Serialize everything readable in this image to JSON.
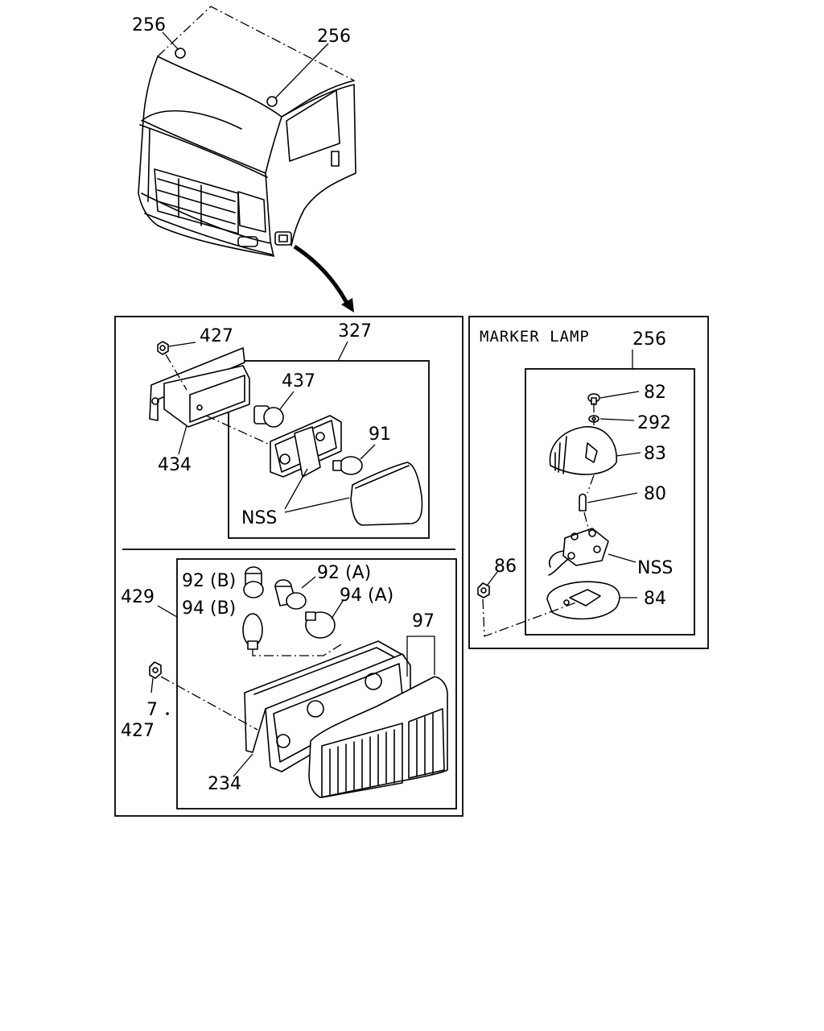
{
  "callouts": {
    "cab_top_left": "256",
    "cab_top_right": "256",
    "side_427": "427",
    "side_327": "327",
    "side_437": "437",
    "side_91": "91",
    "side_434": "434",
    "side_nss": "NSS",
    "front_92b": "92 (B)",
    "front_92a": "92 (A)",
    "front_429": "429",
    "front_94b": "94 (B)",
    "front_94a": "94 (A)",
    "front_97": "97",
    "front_7": "7",
    "front_427": "427",
    "front_234": "234",
    "marker_256": "256",
    "marker_82": "82",
    "marker_292": "292",
    "marker_83": "83",
    "marker_80": "80",
    "marker_86": "86",
    "marker_nss": "NSS",
    "marker_84": "84"
  },
  "panels": {
    "marker_title": "MARKER LAMP"
  }
}
